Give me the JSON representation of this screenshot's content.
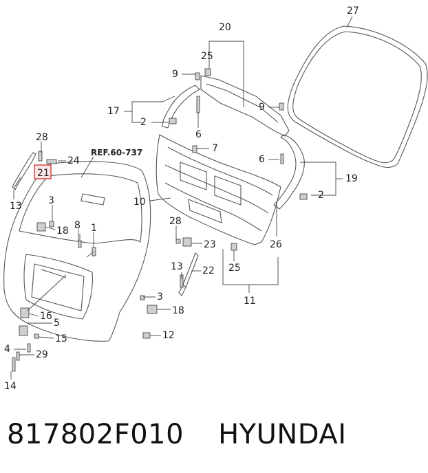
{
  "caption": {
    "part_number": "817802F010",
    "brand": "HYUNDAI"
  },
  "diagram": {
    "reference": "REF.60-737",
    "highlighted_callout": "21",
    "callouts": {
      "c27": "27",
      "c20": "20",
      "c25a": "25",
      "c9a": "9",
      "c9b": "9",
      "c17": "17",
      "c2a": "2",
      "c6a": "6",
      "c28a": "28",
      "c24": "24",
      "c21": "21",
      "c7": "7",
      "c6b": "6",
      "c19": "19",
      "c2b": "2",
      "c13a": "13",
      "c10": "10",
      "c3a": "3",
      "c18a": "18",
      "c8": "8",
      "c1": "1",
      "c28b": "28",
      "c23": "23",
      "c26": "26",
      "c13b": "13",
      "c22": "22",
      "c25b": "25",
      "c11": "11",
      "c3b": "3",
      "c18b": "18",
      "c16": "16",
      "c5": "5",
      "c15": "15",
      "c12": "12",
      "c4": "4",
      "c29": "29",
      "c14": "14"
    }
  }
}
